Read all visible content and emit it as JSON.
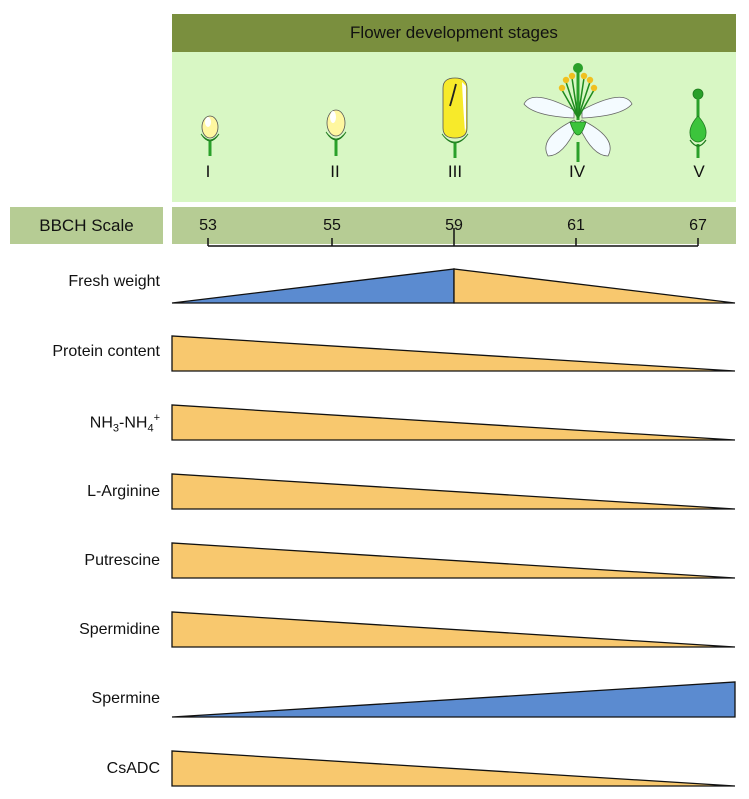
{
  "header": {
    "title": "Flower development stages"
  },
  "stages": [
    {
      "roman": "I",
      "icon": "small-bud-icon"
    },
    {
      "roman": "II",
      "icon": "bud-icon"
    },
    {
      "roman": "III",
      "icon": "elongated-bud-icon"
    },
    {
      "roman": "IV",
      "icon": "open-flower-icon"
    },
    {
      "roman": "V",
      "icon": "pistil-icon"
    }
  ],
  "bbch": {
    "label": "BBCH Scale",
    "values": [
      "53",
      "55",
      "59",
      "61",
      "67"
    ]
  },
  "colors": {
    "header": "#7a8f3e",
    "panel": "#d8f7c4",
    "bbch_band": "#b6cc94",
    "increase": "#5b8bd0",
    "decrease": "#f8c86e"
  },
  "rows": [
    {
      "label_main": "Fresh weight",
      "trend": "increase-then-decrease",
      "peak_bbch": "59"
    },
    {
      "label_main": "Protein content",
      "trend": "decrease"
    },
    {
      "label_main": "NH",
      "sub1": "3",
      "mid": "-NH",
      "sub2": "4",
      "sup": "+",
      "trend": "decrease"
    },
    {
      "label_main": "L-Arginine",
      "trend": "decrease"
    },
    {
      "label_main": "Putrescine",
      "trend": "decrease"
    },
    {
      "label_main": "Spermidine",
      "trend": "decrease"
    },
    {
      "label_main": "Spermine",
      "trend": "increase"
    },
    {
      "label_main": "CsADC",
      "trend": "decrease"
    }
  ]
}
